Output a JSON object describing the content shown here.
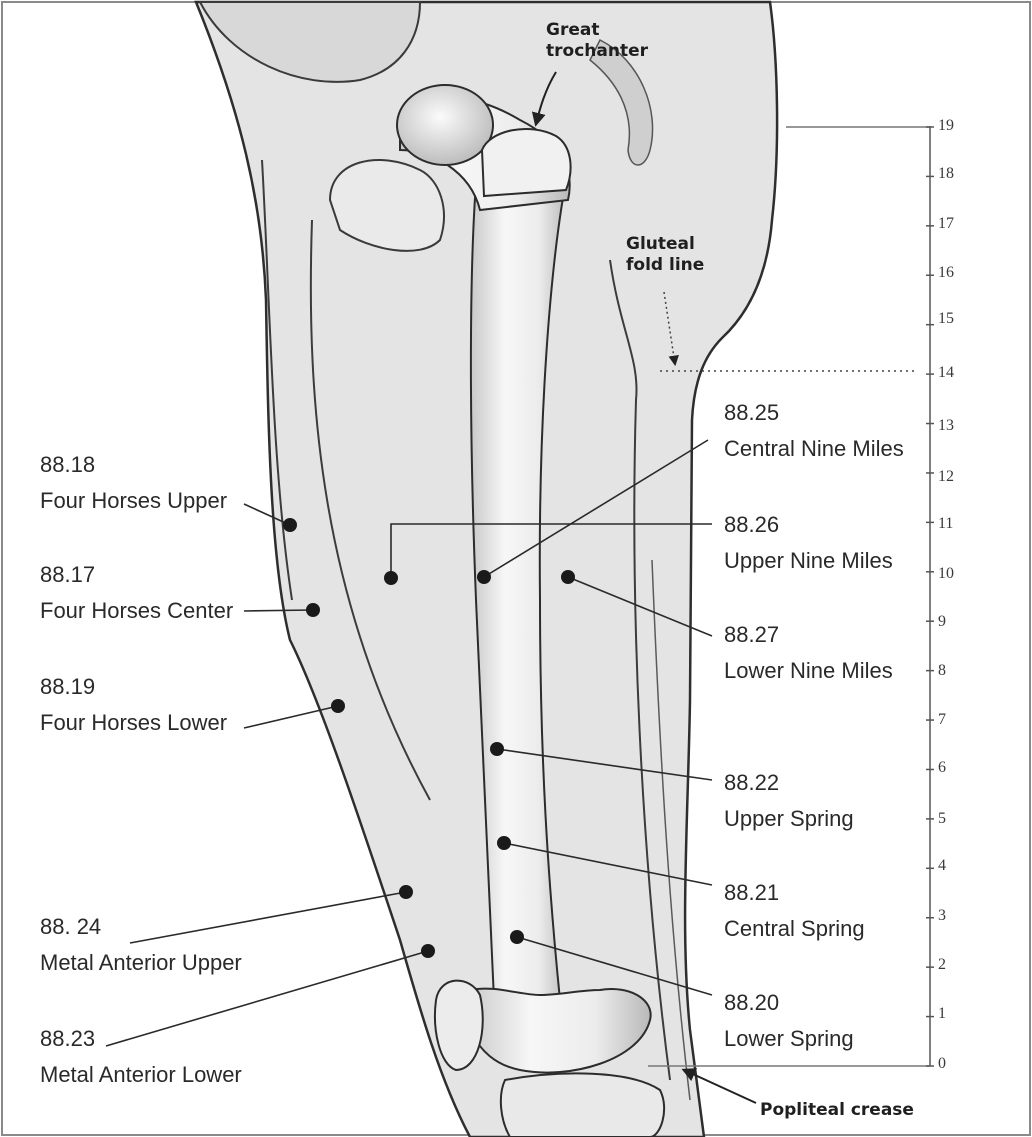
{
  "landmarks": {
    "great_trochanter": [
      "Great",
      "trochanter"
    ],
    "gluteal_fold": [
      "Gluteal",
      "fold line"
    ],
    "popliteal_crease": "Popliteal crease"
  },
  "scale": {
    "ticks": [
      "19",
      "18",
      "17",
      "16",
      "15",
      "14",
      "13",
      "12",
      "11",
      "10",
      "9",
      "8",
      "7",
      "6",
      "5",
      "4",
      "3",
      "2",
      "1",
      "0"
    ]
  },
  "points": [
    {
      "code": "88.18",
      "name": "Four Horses Upper"
    },
    {
      "code": "88.17",
      "name": "Four Horses Center"
    },
    {
      "code": "88.19",
      "name": "Four Horses Lower"
    },
    {
      "code": "88. 24",
      "name": "Metal Anterior Upper"
    },
    {
      "code": "88.23",
      "name": "Metal Anterior Lower"
    },
    {
      "code": "88.25",
      "name": "Central Nine Miles"
    },
    {
      "code": "88.26",
      "name": "Upper Nine Miles"
    },
    {
      "code": "88.27",
      "name": "Lower Nine Miles"
    },
    {
      "code": "88.22",
      "name": "Upper Spring"
    },
    {
      "code": "88.21",
      "name": "Central Spring"
    },
    {
      "code": "88.20",
      "name": "Lower Spring"
    }
  ],
  "colors": {
    "skin": "#e6e6e6",
    "bone": "#f4f4f4",
    "outline": "#333333",
    "dot": "#1a1a1a"
  }
}
